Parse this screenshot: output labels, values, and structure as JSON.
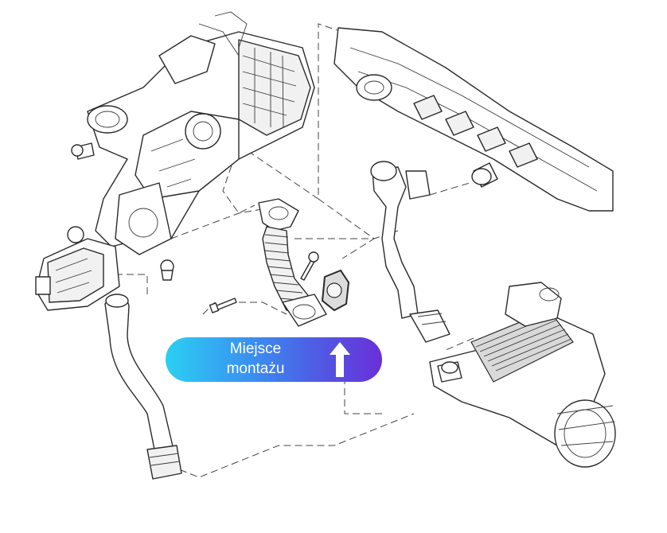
{
  "callout": {
    "line1": "Miejsce",
    "line2": "montażu",
    "gradient_start": "#2bd0f2",
    "gradient_end": "#6a2fd9",
    "icon": "arrow-up-icon"
  },
  "parts": [
    "egr-valve-assembly",
    "intake-manifold",
    "corrugated-egr-pipe",
    "gasket-plate",
    "bolt",
    "coolant-hose-left",
    "coolant-hose-right",
    "egr-cooler"
  ]
}
